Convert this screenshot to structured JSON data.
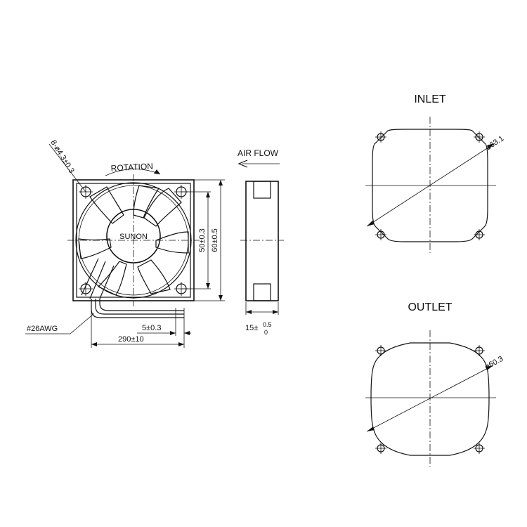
{
  "labels": {
    "hole_spec": "8-ø4.3±0.3",
    "rotation": "ROTATION",
    "air_flow": "AIR FLOW",
    "brand": "SUNON",
    "dim_inner": "50±0.3",
    "dim_outer": "60±0.5",
    "wire_gauge": "#26AWG",
    "strip_length": "5±0.3",
    "lead_length": "290±10",
    "thickness_base": "15±",
    "thickness_upper": "0.5",
    "thickness_lower": "0",
    "inlet": "INLET",
    "inlet_diameter": "ø63.1",
    "outlet": "OUTLET",
    "outlet_diameter": "ø60.3"
  },
  "colors": {
    "line": "#111111",
    "background": "#ffffff"
  }
}
